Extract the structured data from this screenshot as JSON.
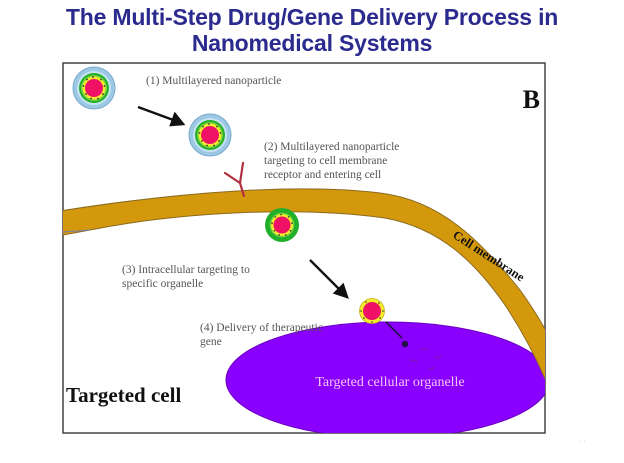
{
  "title": {
    "line1": "The Multi-Step Drug/Gene Delivery Process in",
    "line2": "Nanomedical Systems"
  },
  "panel_label": "B",
  "steps": [
    {
      "number": 1,
      "lines": [
        "(1) Multilayered nanoparticle"
      ]
    },
    {
      "number": 2,
      "lines": [
        "(2) Multilayered nanoparticle",
        "targeting to cell membrane",
        "receptor and entering cell"
      ]
    },
    {
      "number": 3,
      "lines": [
        "(3) Intracellular targeting to",
        "specific organelle"
      ]
    },
    {
      "number": 4,
      "lines": [
        "(4) Delivery of therapeutic",
        "gene"
      ]
    }
  ],
  "labels": {
    "cell_membrane": "Cell membrane",
    "targeted_cell": "Targeted cell",
    "organelle": "Targeted cellular organelle"
  },
  "colors": {
    "title": "#2b2a8f",
    "membrane": "#d4980c",
    "organelle": "#8a00ff",
    "organelle_text": "#f2c4f2",
    "core": "#ee1166",
    "yellow_layer": "#f4ee2a",
    "green_layer": "#22b02a",
    "blue_layer": "#9cc8e4",
    "receptor": "#b03040"
  }
}
